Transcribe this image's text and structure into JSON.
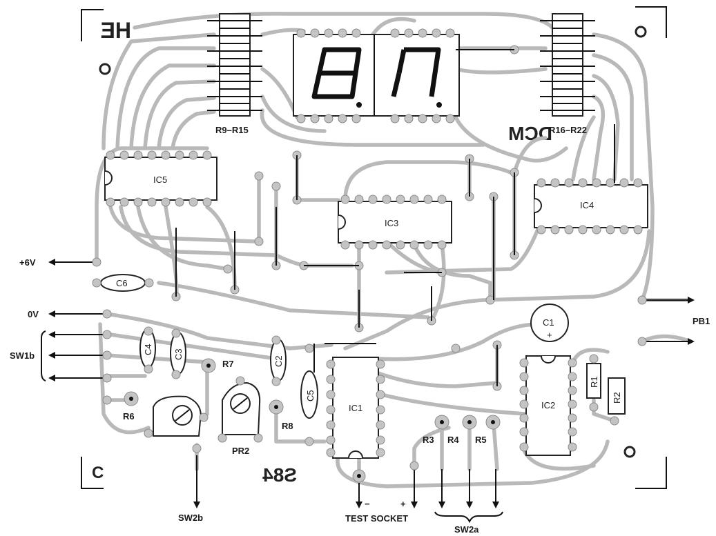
{
  "board": {
    "top_marks": {
      "left": "HE",
      "right": "DCM"
    },
    "bottom_marks": {
      "left": "C",
      "code": "S84"
    },
    "chips": [
      {
        "id": "ic5",
        "label": "IC5"
      },
      {
        "id": "ic3",
        "label": "IC3"
      },
      {
        "id": "ic4",
        "label": "IC4"
      },
      {
        "id": "ic1",
        "label": "IC1"
      },
      {
        "id": "ic2",
        "label": "IC2"
      }
    ],
    "resistor_arrays": [
      {
        "id": "r9-r15",
        "label": "R9–R15"
      },
      {
        "id": "r16-r22",
        "label": "R16–R22"
      }
    ],
    "capacitors": [
      {
        "id": "c6",
        "label": "C6"
      },
      {
        "id": "c4",
        "label": "C4"
      },
      {
        "id": "c3",
        "label": "C3"
      },
      {
        "id": "c2",
        "label": "C2"
      },
      {
        "id": "c5",
        "label": "C5"
      },
      {
        "id": "c1",
        "label": "C1",
        "polarity": "+"
      }
    ],
    "resistors": [
      {
        "id": "r1",
        "label": "R1"
      },
      {
        "id": "r2",
        "label": "R2"
      },
      {
        "id": "r3",
        "label": "R3"
      },
      {
        "id": "r4",
        "label": "R4"
      },
      {
        "id": "r5",
        "label": "R5"
      },
      {
        "id": "r6",
        "label": "R6"
      },
      {
        "id": "r7",
        "label": "R7"
      },
      {
        "id": "r8",
        "label": "R8"
      }
    ],
    "presets": [
      {
        "id": "pr2",
        "label": "PR2"
      }
    ],
    "connections": [
      {
        "id": "plus6v",
        "label": "+6V"
      },
      {
        "id": "zerov",
        "label": "0V"
      },
      {
        "id": "sw1b",
        "label": "SW1b"
      },
      {
        "id": "pb1",
        "label": "PB1"
      },
      {
        "id": "sw2b",
        "label": "SW2b"
      },
      {
        "id": "test-socket",
        "label": "TEST SOCKET"
      },
      {
        "id": "sw2a",
        "label": "SW2a"
      }
    ],
    "socket_polarity": {
      "minus": "−",
      "plus": "+"
    }
  },
  "colors": {
    "copper": "#b9b9b9",
    "pad": "#c4c4c4",
    "ink": "#111111",
    "paper": "#ffffff"
  }
}
